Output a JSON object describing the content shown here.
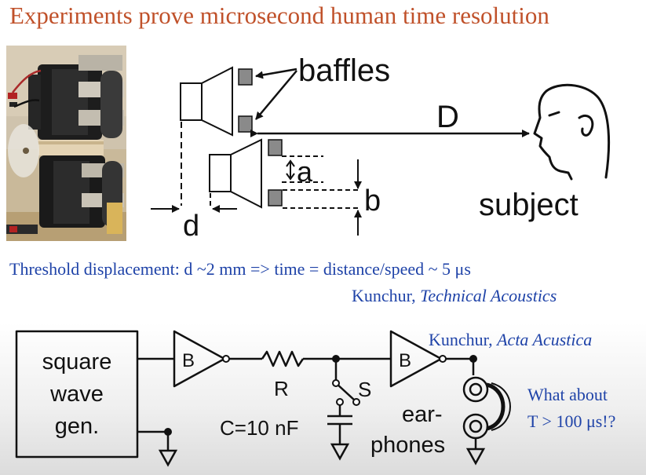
{
  "title": "Experiments prove microsecond human time resolution",
  "top_diagram": {
    "baffles_label": "baffles",
    "distance_label": "D",
    "subject_label": "subject",
    "offset_a_label": "a",
    "offset_b_label": "b",
    "displacement_label": "d"
  },
  "threshold_line": "Threshold displacement: d ~2 mm  => time = distance/speed ~ 5 μs",
  "citation_1": {
    "author": "Kunchur, ",
    "journal": "Technical Acoustics"
  },
  "circuit": {
    "generator_lines": [
      "square",
      "wave",
      "gen."
    ],
    "buffer1_label": "B",
    "buffer2_label": "B",
    "resistor_label": "R",
    "switch_label": "S",
    "capacitor_label": "C=10 nF",
    "earphones_line1": "ear-",
    "earphones_line2": "phones"
  },
  "citation_2": {
    "author": "Kunchur, ",
    "journal": "Acta Acustica"
  },
  "question_line1": "What about",
  "question_line2": "T > 100 μs!?"
}
